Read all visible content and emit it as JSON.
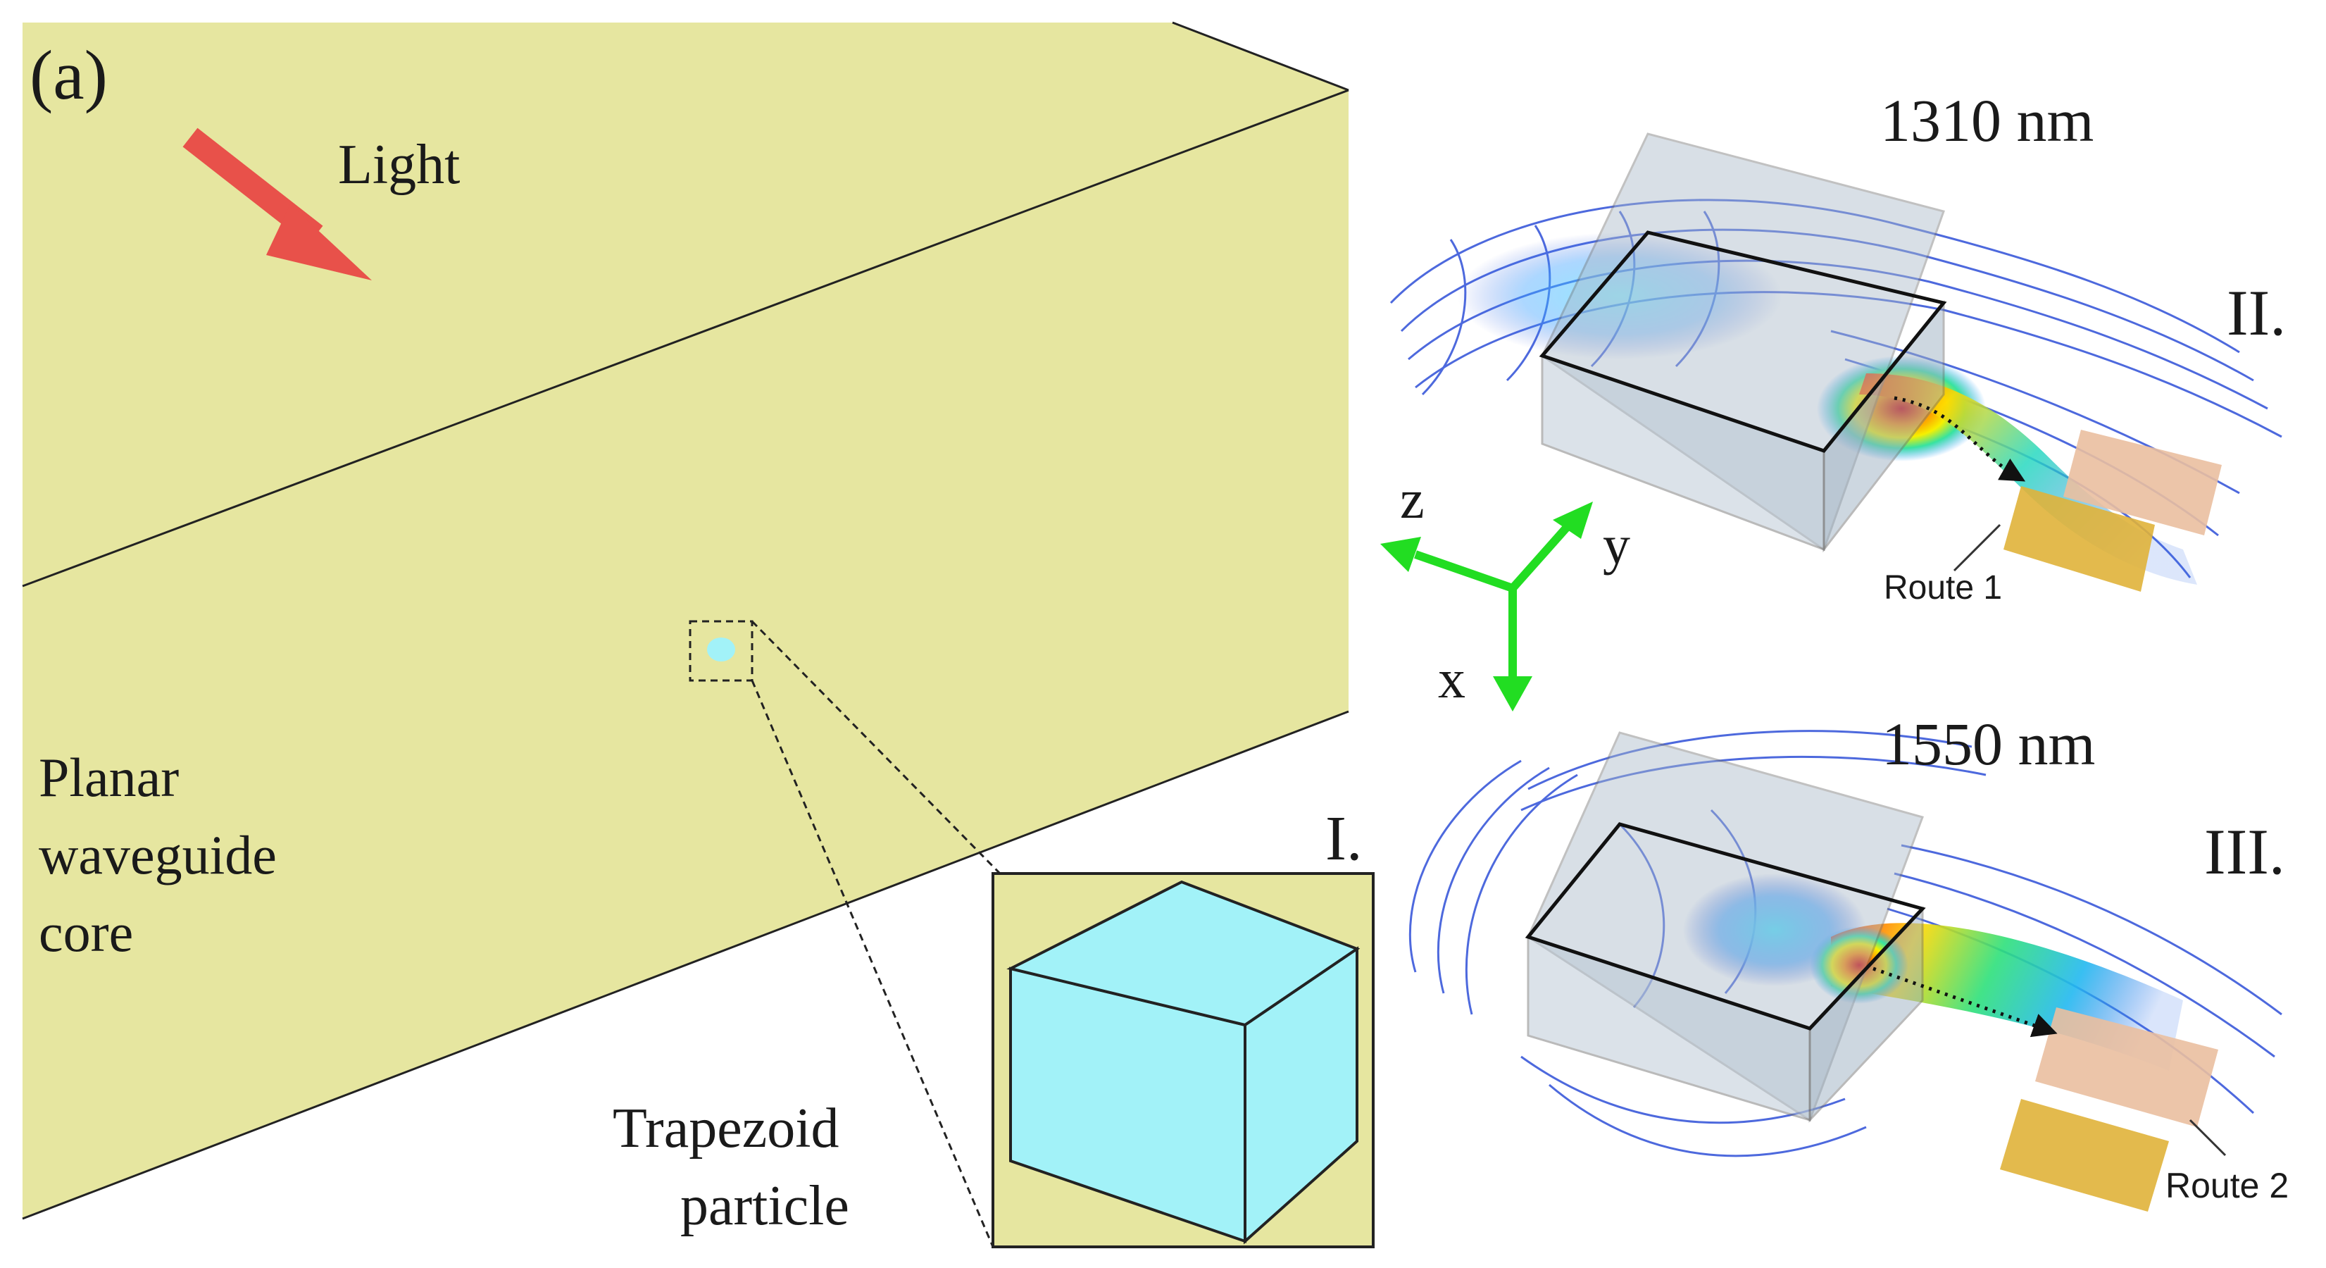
{
  "panel_label": "(a)",
  "light_label": "Light",
  "core_label_lines": [
    "Planar",
    "waveguide",
    "core"
  ],
  "particle_label_lines": [
    "Trapezoid",
    "particle"
  ],
  "inset_label": "I.",
  "axes": {
    "x": "x",
    "y": "y",
    "z": "z"
  },
  "sim_top": {
    "wavelength": "1310 nm",
    "roman": "II.",
    "route": "Route 1"
  },
  "sim_bottom": {
    "wavelength": "1550 nm",
    "roman": "III.",
    "route": "Route 2"
  },
  "colors": {
    "waveguide_core": "#e6e6a0",
    "particle": "#a2f2f8",
    "light_arrow": "#e8514a",
    "axis_arrows": "#22dd22",
    "contour_blue": "#2f4fd8",
    "box_gray": "#a9b9c9",
    "route_1_pad": "#e0b23a",
    "route_2_pad": "#eabfa0"
  }
}
